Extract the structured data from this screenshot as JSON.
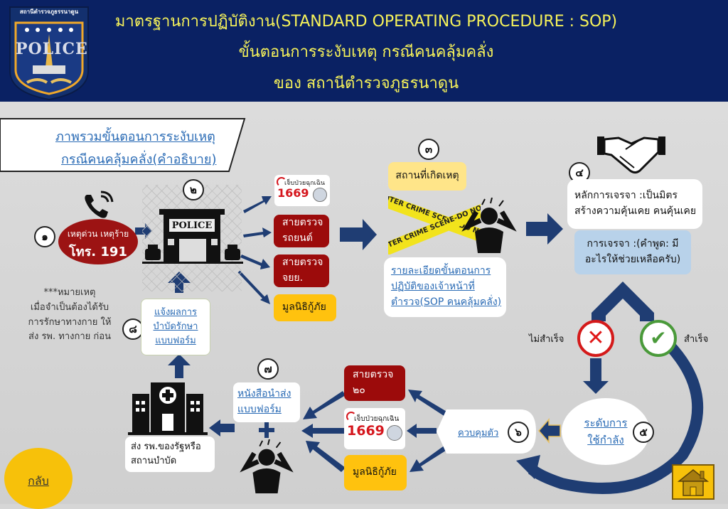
{
  "header": {
    "logo_caption": "สถานีตำรวจภูธรรนาดูน",
    "logo_text": "POLICE",
    "title_line1": "มาตรฐานการปฏิบัติงาน(STANDARD OPERATING PROCEDURE : SOP)",
    "title_line2": "ขั้นตอนการระงับเหตุ กรณีคนคลุ้มคลั่ง",
    "title_line3": "ของ สถานีตำรวจภูธรนาดูน"
  },
  "overview_banner": {
    "line1": "ภาพรวมขั้นตอนการระงับเหตุ",
    "line2": "กรณีคนคลุ้มคลั่ง(คำอธิบาย)"
  },
  "steps": {
    "s1": {
      "num": "๑",
      "label_line1": "เหตุด่วน เหตุร้าย",
      "label_line2": "โทร. 191",
      "icon": "phone-icon"
    },
    "s2": {
      "num": "๒",
      "building_sign": "POLICE",
      "icon": "police-station-icon"
    },
    "s3": {
      "num": "๓",
      "place_label": "สถานที่เกิดเหตุ",
      "tape_text": "ENTER CRIME SCENE-DO NOT",
      "link_line1": "รายละเอียดขั้นตอนการ",
      "link_line2": "ปฏิบัติของเจ้าหน้าที่",
      "link_line3": "ตำรวจ(SOP คนคลุ้มคลั่ง)"
    },
    "s4": {
      "num": "๔",
      "principle_line1": "หลักการเจรจา :เป็นมิตร",
      "principle_line2": "สร้างความคุ้นเคย คนคุ้นเคย",
      "speech_line1": "การเจรจา :(คำพูด: มี",
      "speech_line2": "อะไรให้ช่วยเหลือครับ)"
    },
    "s5": {
      "num": "๕",
      "link_line1": "ระดับการ",
      "link_line2": "ใช้กำลัง"
    },
    "s6": {
      "num": "๖",
      "link": "ควบคุมตัว"
    },
    "s7": {
      "num": "๗",
      "link_line1": "หนังสือนำส่ง",
      "link_line2": "แบบฟอร์ม"
    },
    "s8": {
      "num": "๘",
      "link_line1": "แจ้งผลการ",
      "link_line2": "บำบัดรักษา",
      "link_line3": "แบบฟอร์ม"
    }
  },
  "dispatch_units": [
    {
      "type": "1669",
      "label": "เจ็บป่วยฉุกเฉิน",
      "number": "1669"
    },
    {
      "type": "red",
      "line1": "สายตรวจ",
      "line2": "รถยนต์"
    },
    {
      "type": "red",
      "line1": "สายตรวจ",
      "line2": "จยย."
    },
    {
      "type": "yellow",
      "line1": "มูลนิธิกู้ภัย"
    }
  ],
  "return_units": [
    {
      "type": "red",
      "line1": "สายตรวจ",
      "line2": "๒๐"
    },
    {
      "type": "1669",
      "label": "เจ็บป่วยฉุกเฉิน",
      "number": "1669"
    },
    {
      "type": "yellow",
      "line1": "มูลนิธิกู้ภัย"
    }
  ],
  "outcomes": {
    "fail": "ไม่สำเร็จ",
    "success": "สำเร็จ"
  },
  "hospital": {
    "line1": "ส่ง รพ.ของรัฐหรือ",
    "line2": "สถานบำบัด"
  },
  "note": {
    "line1": "***หมายเหตุ",
    "line2": "เมื่อจำเป็นต้องได้รับ",
    "line3": "การรักษาทางกาย ให้",
    "line4": "ส่ง รพ. ทางกาย ก่อน"
  },
  "nav": {
    "back_label": "กลับ",
    "home_icon": "home-icon"
  },
  "colors": {
    "header_bg": "#0a2163",
    "title_yellow": "#f6f25a",
    "arrow_navy": "#1f3d73",
    "red_box": "#9c0b0b",
    "yellow_box": "#ffc20e",
    "link_blue": "#2a6bb5"
  }
}
